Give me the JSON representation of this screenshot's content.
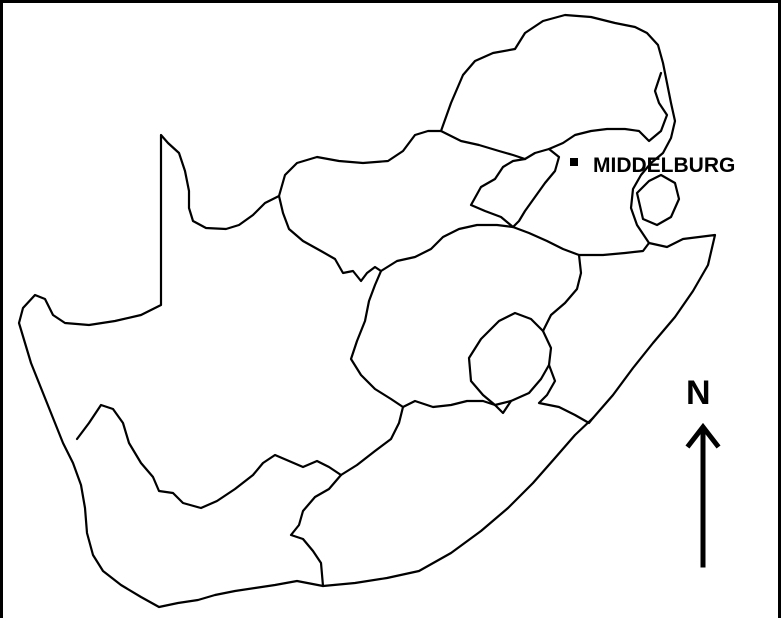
{
  "map": {
    "town": {
      "name": "MIDDELBURG",
      "marker": "square-marker"
    },
    "compass": {
      "letter": "N",
      "icon": "north-arrow-icon"
    },
    "colors": {
      "outline": "#000000",
      "fill": "#ffffff"
    }
  }
}
